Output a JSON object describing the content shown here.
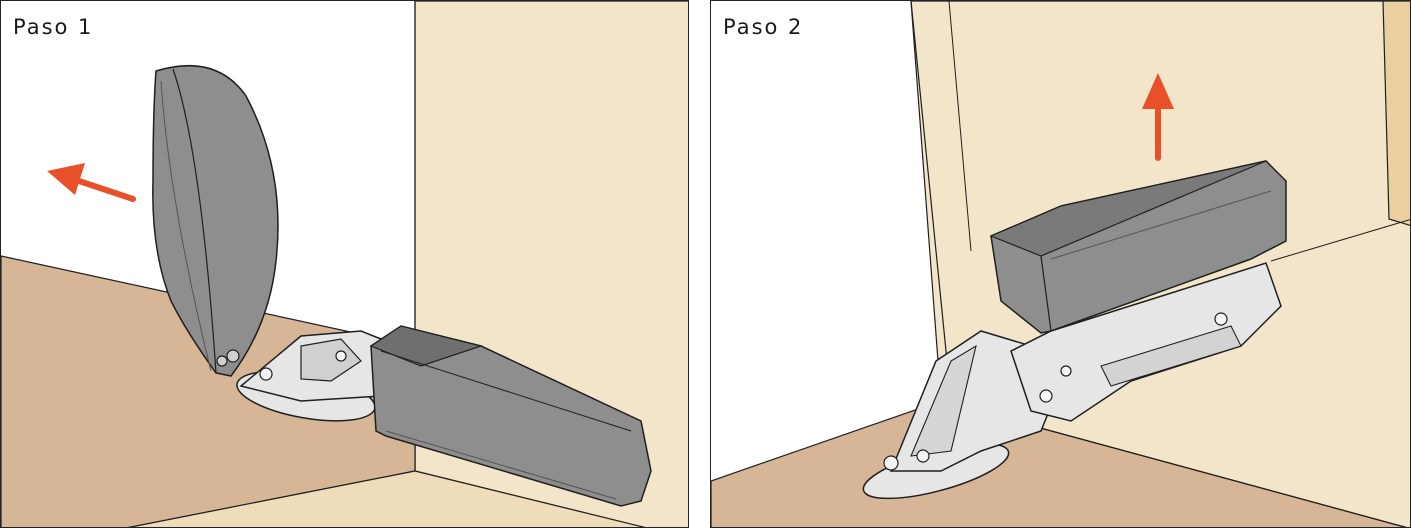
{
  "steps": [
    {
      "label": "Paso 1",
      "arrow_direction": "left"
    },
    {
      "label": "Paso 2",
      "arrow_direction": "up"
    }
  ],
  "colors": {
    "wall_beige": "#f3e5c9",
    "floor_tan": "#d7b698",
    "cover_grey": "#8e8e8e",
    "cover_dark": "#6f6f6f",
    "metal_light": "#e6e6e6",
    "arrow_orange": "#e8502a",
    "outline": "#1f1f1f"
  },
  "icons": {
    "step1_arrow": "arrow-left-icon",
    "step2_arrow": "arrow-up-icon"
  }
}
